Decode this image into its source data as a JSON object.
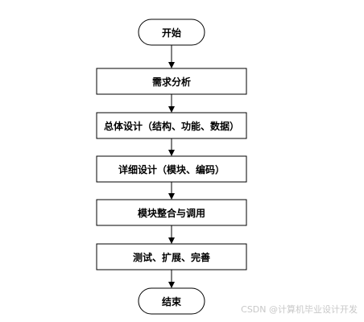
{
  "flowchart": {
    "start_label": "开始",
    "step1_label": "需求分析",
    "step2_label": "总体设计（结构、功能、数据）",
    "step3_label": "详细设计（模块、编码）",
    "step4_label": "模块整合与调用",
    "step5_label": "测试、扩展、完善",
    "end_label": "结束"
  },
  "watermark": "CSDN @计算机毕业设计开发",
  "colors": {
    "box_fill": "#ffffff",
    "stroke": "#000000"
  }
}
